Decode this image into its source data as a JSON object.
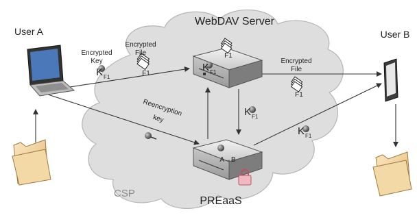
{
  "actors": {
    "user_a": "User A",
    "user_b": "User B"
  },
  "servers": {
    "webdav": "WebDAV Server",
    "preaas": "PREaaS",
    "reencrypt_op": "A→B"
  },
  "cloud": {
    "label": "CSP"
  },
  "labels": {
    "encrypted_key_line1": "Encrypted",
    "encrypted_key_line2": "Key",
    "encrypted_file_a_line1": "Encrypted",
    "encrypted_file_a_line2": "File",
    "encrypted_file_b_line1": "Encrypted",
    "encrypted_file_b_line2": "File",
    "reencryption_line1": "Reencryption",
    "reencryption_line2": "key"
  },
  "keys": {
    "k_main": "K",
    "k_sub": "F1",
    "file_tag": "F1"
  },
  "colors": {
    "cloud_fill": "#dedede",
    "cloud_stroke": "#b5b5b5",
    "server_fill": "#d7d7d7",
    "arrow": "#333333",
    "folder": "#f3d9a6",
    "lock": "#f0b8c0"
  }
}
